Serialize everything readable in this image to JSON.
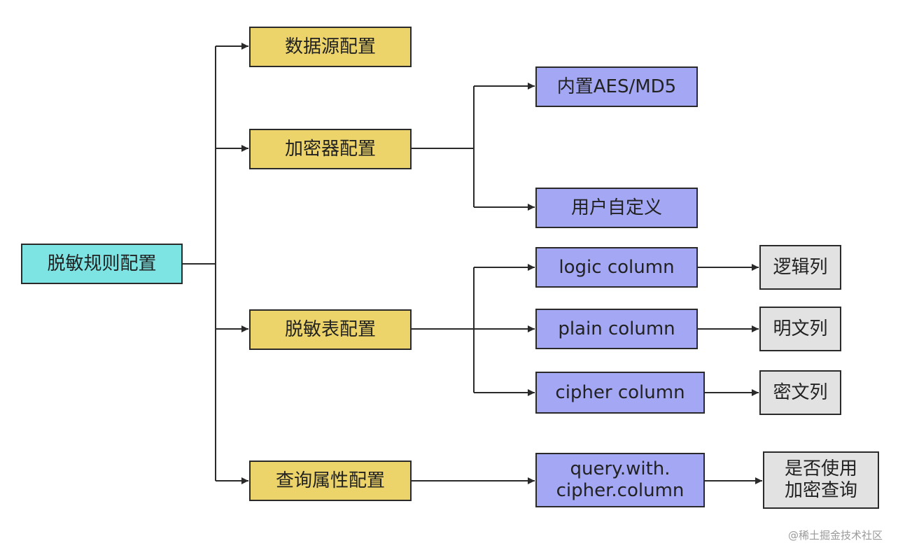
{
  "diagram": {
    "root": {
      "label": "脱敏规则配置"
    },
    "level1": [
      {
        "label": "数据源配置"
      },
      {
        "label": "加密器配置"
      },
      {
        "label": "脱敏表配置"
      },
      {
        "label": "查询属性配置"
      }
    ],
    "encryptors": [
      {
        "label": "内置AES/MD5"
      },
      {
        "label": "用户自定义"
      }
    ],
    "columns": [
      {
        "label": "logic column",
        "desc": "逻辑列"
      },
      {
        "label": "plain column",
        "desc": "明文列"
      },
      {
        "label": "cipher column",
        "desc": "密文列"
      }
    ],
    "query": {
      "label": "query.with.\ncipher.column",
      "desc": "是否使用\n加密查询"
    }
  },
  "watermark": "@稀土掘金技术社区",
  "colors": {
    "root": "#7ee3e3",
    "level1": "#ecd46a",
    "level2": "#a4a8f4",
    "level3": "#e2e2e2",
    "line": "#2a2a2a"
  }
}
